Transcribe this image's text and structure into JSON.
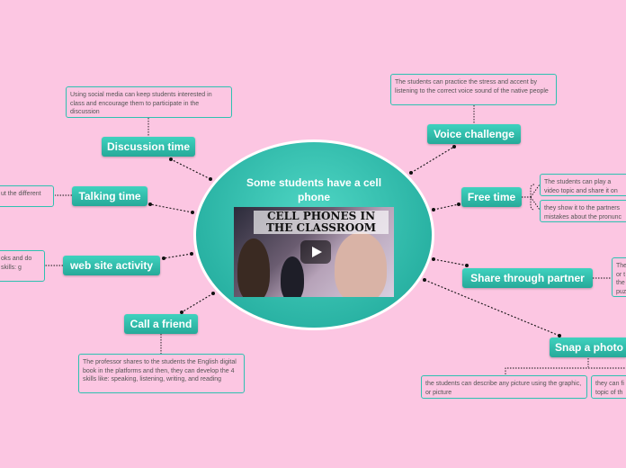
{
  "center": {
    "title": "Some students have a cell phone",
    "video_poster_text": "CELL PHONES IN THE CLASSROOM"
  },
  "topics": {
    "discussion_time": "Discussion time",
    "talking_time": "Talking time",
    "web_site_activity": "web site activity",
    "call_a_friend": "Call a friend",
    "voice_challenge": "Voice challenge",
    "free_time": "Free time",
    "share_through_partner": "Share through partner",
    "snap_a_photo": "Snap a photo"
  },
  "notes": {
    "discussion": "Using social media can keep students interested in class and encourage them to participate in the discussion",
    "talking": "ut the different",
    "web_site": "oks and do skills: g",
    "call_friend": "The professor shares to the students the English digital book in the platforms and then, they can develop the 4 skills like: speaking, listening, writing, and reading",
    "voice": "The students can practice the stress and accent by listening to the correct voice sound of the native people",
    "free_time_1": "The students can play a video topic and share it on youtub",
    "free_time_2": "they show it to the partners mistakes about the pronunc",
    "share_partner": "The or t the puz",
    "snap_1": "the students can describe any picture using the graphic, or picture",
    "snap_2": "they can fi topic of th"
  },
  "colors": {
    "background": "#fcc6e2",
    "topic": "#2ab3a4",
    "connector": "#111111",
    "note_border": "#2ec1b0"
  }
}
